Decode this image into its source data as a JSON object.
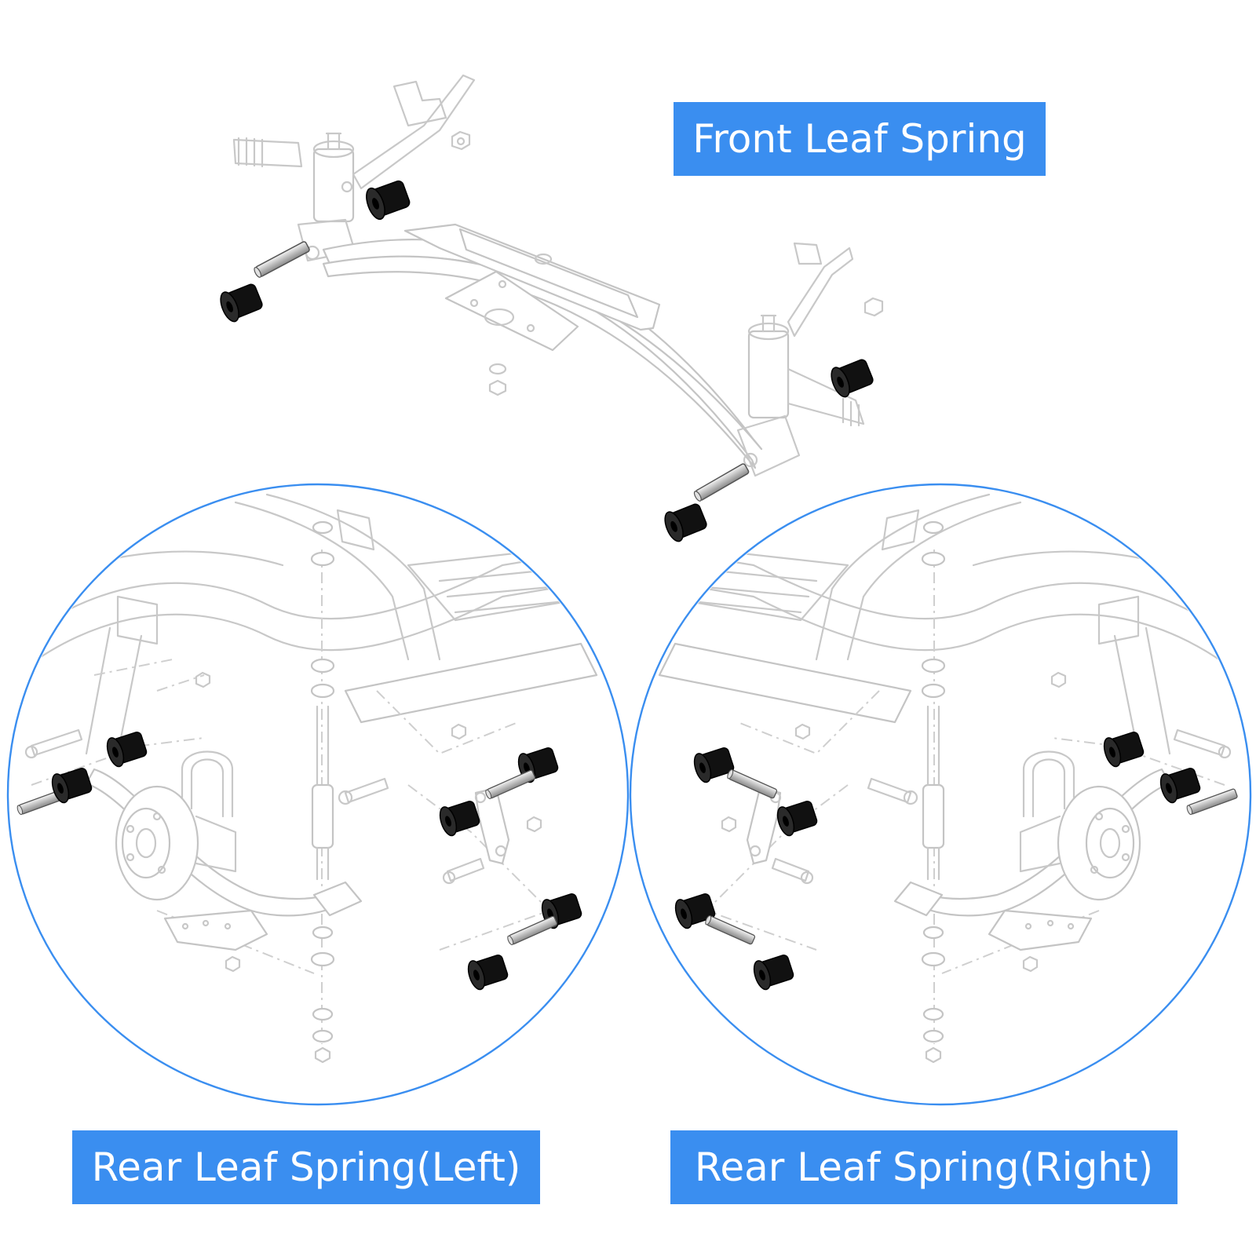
{
  "labels": {
    "front": "Front Leaf Spring",
    "rear_left": "Rear Leaf Spring(Left)",
    "rear_right": "Rear Leaf Spring(Right)"
  },
  "colors": {
    "label_background": "#3a8ef0",
    "label_text": "#ffffff",
    "circle_outline": "#3a8ef0",
    "bushing": "#111111",
    "line_art": "#c8c8c8"
  }
}
